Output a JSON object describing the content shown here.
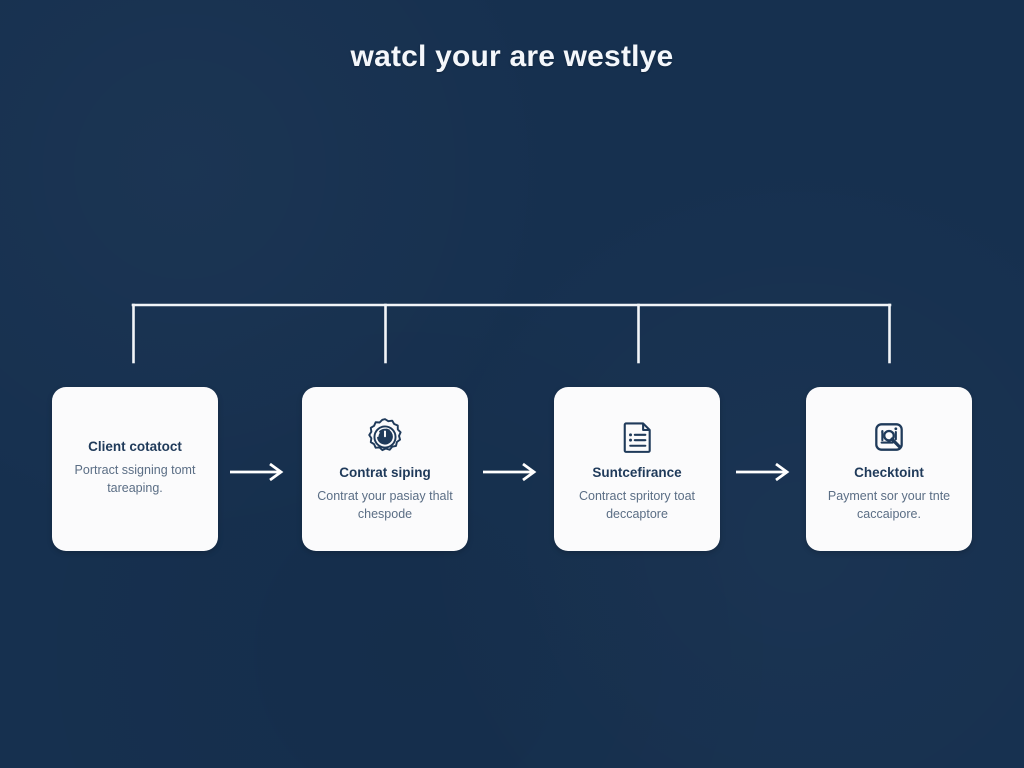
{
  "meta": {
    "background_color": "#16304f",
    "card_color": "#fbfbfc",
    "accent_color": "#1f3a5a",
    "line_color": "#f2f5f8",
    "body_text_color": "#5b6e85"
  },
  "header": {
    "title": "watcl your are westlye"
  },
  "diagram": {
    "type": "process-flow",
    "connector": {
      "style": "bracket",
      "drop_count": 4
    },
    "arrows": [
      {
        "name": "arrow-step-1-to-2"
      },
      {
        "name": "arrow-step-2-to-3"
      },
      {
        "name": "arrow-step-3-to-4"
      }
    ],
    "steps": [
      {
        "id": "step-1",
        "icon": "none",
        "title": "Client cotatoct",
        "desc": "Portract ssigning tomt tareaping."
      },
      {
        "id": "step-2",
        "icon": "badge-refresh-icon",
        "title": "Contrat siping",
        "desc": "Contrat your pasiay thalt chespode"
      },
      {
        "id": "step-3",
        "icon": "document-list-icon",
        "title": "Suntcefirance",
        "desc": "Contract spritory toat deccaptore"
      },
      {
        "id": "step-4",
        "icon": "magnifier-frame-icon",
        "title": "Checktoint",
        "desc": "Payment sor your tnte caccaipore."
      }
    ]
  }
}
